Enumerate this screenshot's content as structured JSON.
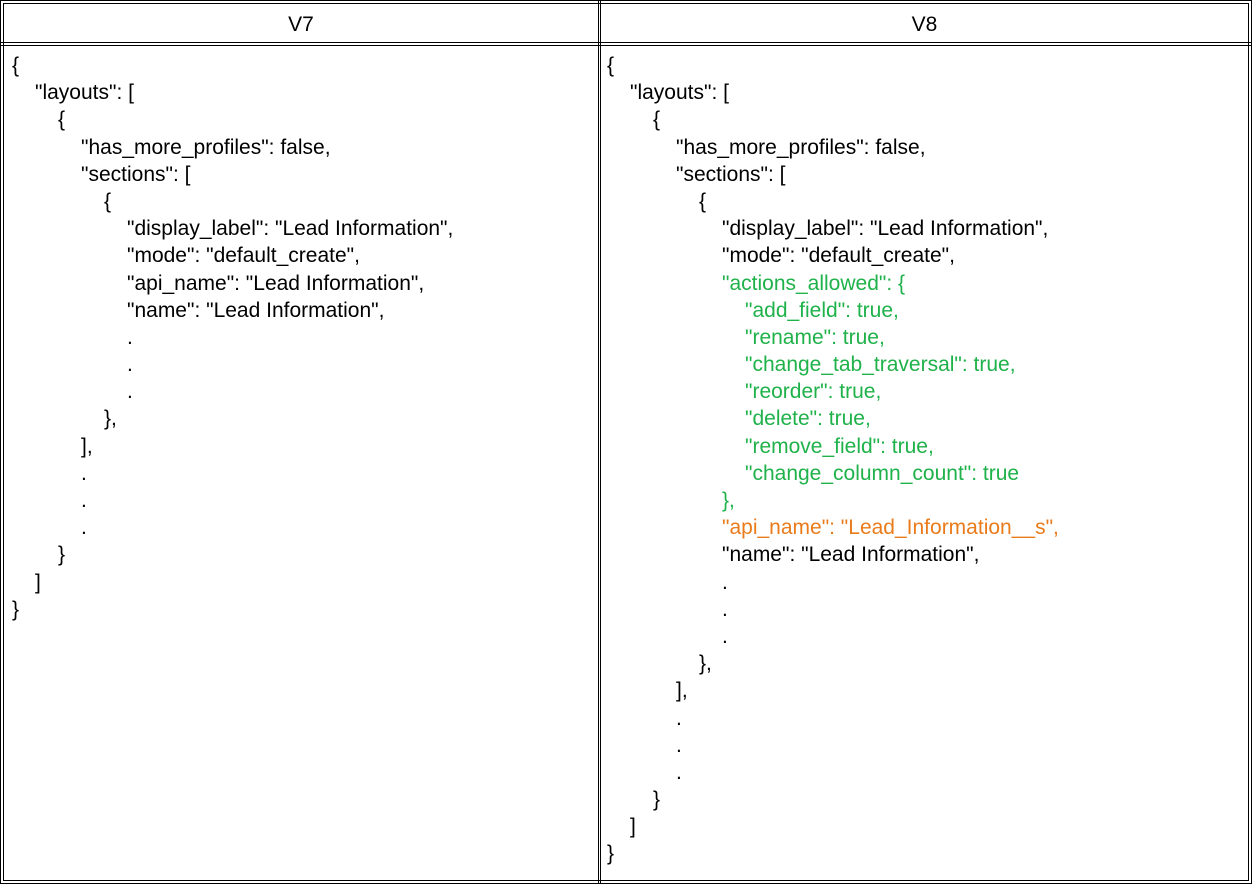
{
  "headers": {
    "left": "V7",
    "right": "V8"
  },
  "colors": {
    "green": "#1fb24a",
    "orange": "#ea7b1b"
  },
  "v7_lines": [
    {
      "indent": 0,
      "text": "{"
    },
    {
      "indent": 1,
      "text": "\"layouts\": ["
    },
    {
      "indent": 2,
      "text": "{"
    },
    {
      "indent": 3,
      "text": "\"has_more_profiles\": false,"
    },
    {
      "indent": 3,
      "text": "\"sections\": ["
    },
    {
      "indent": 4,
      "text": "{"
    },
    {
      "indent": 5,
      "text": "\"display_label\": \"Lead Information\","
    },
    {
      "indent": 5,
      "text": "\"mode\": \"default_create\","
    },
    {
      "indent": 5,
      "text": "\"api_name\": \"Lead Information\","
    },
    {
      "indent": 5,
      "text": "\"name\": \"Lead Information\","
    },
    {
      "indent": 5,
      "text": "."
    },
    {
      "indent": 5,
      "text": "."
    },
    {
      "indent": 5,
      "text": "."
    },
    {
      "indent": 4,
      "text": "},"
    },
    {
      "indent": 3,
      "text": "],"
    },
    {
      "indent": 3,
      "text": "."
    },
    {
      "indent": 3,
      "text": "."
    },
    {
      "indent": 3,
      "text": "."
    },
    {
      "indent": 2,
      "text": "}"
    },
    {
      "indent": 1,
      "text": "]"
    },
    {
      "indent": 0,
      "text": "}"
    }
  ],
  "v8_lines": [
    {
      "indent": 0,
      "text": "{"
    },
    {
      "indent": 1,
      "text": "\"layouts\": ["
    },
    {
      "indent": 2,
      "text": "{"
    },
    {
      "indent": 3,
      "text": "\"has_more_profiles\": false,"
    },
    {
      "indent": 3,
      "text": "\"sections\": ["
    },
    {
      "indent": 4,
      "text": "{"
    },
    {
      "indent": 5,
      "text": "\"display_label\": \"Lead Information\","
    },
    {
      "indent": 5,
      "text": "\"mode\": \"default_create\","
    },
    {
      "indent": 5,
      "text": "\"actions_allowed\": {",
      "color": "green"
    },
    {
      "indent": 6,
      "text": "\"add_field\": true,",
      "color": "green"
    },
    {
      "indent": 6,
      "text": "\"rename\": true,",
      "color": "green"
    },
    {
      "indent": 6,
      "text": "\"change_tab_traversal\": true,",
      "color": "green"
    },
    {
      "indent": 6,
      "text": "\"reorder\": true,",
      "color": "green"
    },
    {
      "indent": 6,
      "text": "\"delete\": true,",
      "color": "green"
    },
    {
      "indent": 6,
      "text": "\"remove_field\": true,",
      "color": "green"
    },
    {
      "indent": 6,
      "text": "\"change_column_count\": true",
      "color": "green"
    },
    {
      "indent": 5,
      "text": "},",
      "color": "green"
    },
    {
      "indent": 5,
      "text": "\"api_name\": \"Lead_Information__s\",",
      "color": "orange"
    },
    {
      "indent": 5,
      "text": "\"name\": \"Lead Information\","
    },
    {
      "indent": 5,
      "text": "."
    },
    {
      "indent": 5,
      "text": "."
    },
    {
      "indent": 5,
      "text": "."
    },
    {
      "indent": 4,
      "text": "},"
    },
    {
      "indent": 3,
      "text": "],"
    },
    {
      "indent": 3,
      "text": "."
    },
    {
      "indent": 3,
      "text": "."
    },
    {
      "indent": 3,
      "text": "."
    },
    {
      "indent": 2,
      "text": "}"
    },
    {
      "indent": 1,
      "text": "]"
    },
    {
      "indent": 0,
      "text": "}"
    }
  ]
}
